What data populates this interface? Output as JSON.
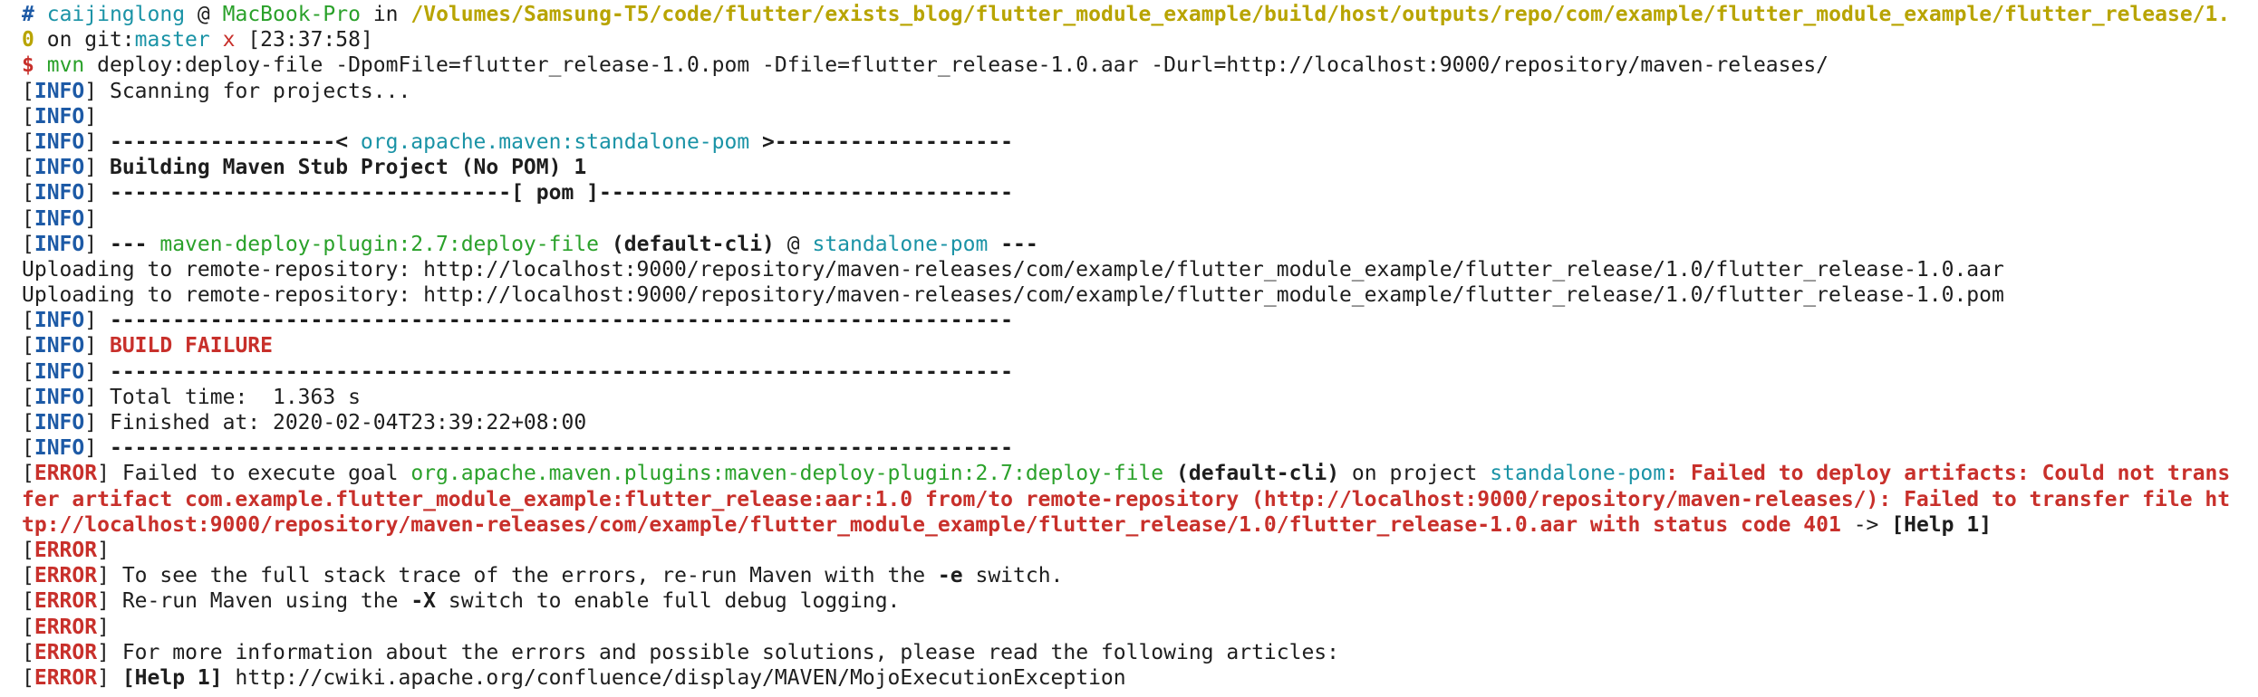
{
  "colors": {
    "info": "#1d5aa6",
    "error": "#c8302b",
    "green": "#2aa12a",
    "cyan": "#1a93a6",
    "path_yellow": "#b8a400"
  },
  "prompt": {
    "hash": "#",
    "user": "caijinglong",
    "at": "@",
    "host": "MacBook-Pro",
    "in": "in",
    "path": "/Volumes/Samsung-T5/code/flutter/exists_blog/flutter_module_example/build/host/outputs/repo/com/example/flutter_module_example/flutter_release/1.0",
    "on_git": "on git:",
    "branch": "master",
    "dirty": "x",
    "time": "[23:37:58]",
    "dollar": "$",
    "cmd": "mvn",
    "args": "deploy:deploy-file -DpomFile=flutter_release-1.0.pom -Dfile=flutter_release-1.0.aar -Durl=http://localhost:9000/repository/maven-releases/"
  },
  "tags": {
    "info": "INFO",
    "error": "ERROR",
    "lb": "[",
    "rb": "]"
  },
  "output": {
    "scanning": "Scanning for projects...",
    "dash_left": "------------------< ",
    "artifact_id": "org.apache.maven:standalone-pom",
    "dash_right": " >-------------------",
    "building": "Building Maven Stub Project (No POM) 1",
    "pom_line": "--------------------------------[ pom ]---------------------------------",
    "plugin_prefix": "--- ",
    "plugin": "maven-deploy-plugin:2.7:deploy-file",
    "plugin_exec": "(default-cli)",
    "plugin_at": "@",
    "plugin_project": "standalone-pom",
    "plugin_suffix": "---",
    "upload_aar": "Uploading to remote-repository: http://localhost:9000/repository/maven-releases/com/example/flutter_module_example/flutter_release/1.0/flutter_release-1.0.aar",
    "upload_pom": "Uploading to remote-repository: http://localhost:9000/repository/maven-releases/com/example/flutter_module_example/flutter_release/1.0/flutter_release-1.0.pom",
    "separator": "------------------------------------------------------------------------",
    "build_failure": "BUILD FAILURE",
    "total_time": "Total time:  1.363 s",
    "finished_at": "Finished at: 2020-02-04T23:39:22+08:00"
  },
  "errors": {
    "fail_prefix": "Failed to execute goal",
    "fail_goal": "org.apache.maven.plugins:maven-deploy-plugin:2.7:deploy-file",
    "fail_exec": "(default-cli)",
    "fail_on_project": "on project",
    "fail_project": "standalone-pom",
    "fail_message": ": Failed to deploy artifacts: Could not transfer artifact com.example.flutter_module_example:flutter_release:aar:1.0 from/to remote-repository (http://localhost:9000/repository/maven-releases/): Failed to transfer file http://localhost:9000/repository/maven-releases/com/example/flutter_module_example/flutter_release/1.0/flutter_release-1.0.aar with status code 401",
    "fail_arrow": "->",
    "help_ref": "[Help 1]",
    "stack_a": "To see the full stack trace of the errors, re-run Maven with the",
    "stack_flag": "-e",
    "stack_b": "switch.",
    "debug_a": "Re-run Maven using the",
    "debug_flag": "-X",
    "debug_b": "switch to enable full debug logging.",
    "more_info": "For more information about the errors and possible solutions, please read the following articles:",
    "help_label": "[Help 1]",
    "help_url": "http://cwiki.apache.org/confluence/display/MAVEN/MojoExecutionException"
  }
}
